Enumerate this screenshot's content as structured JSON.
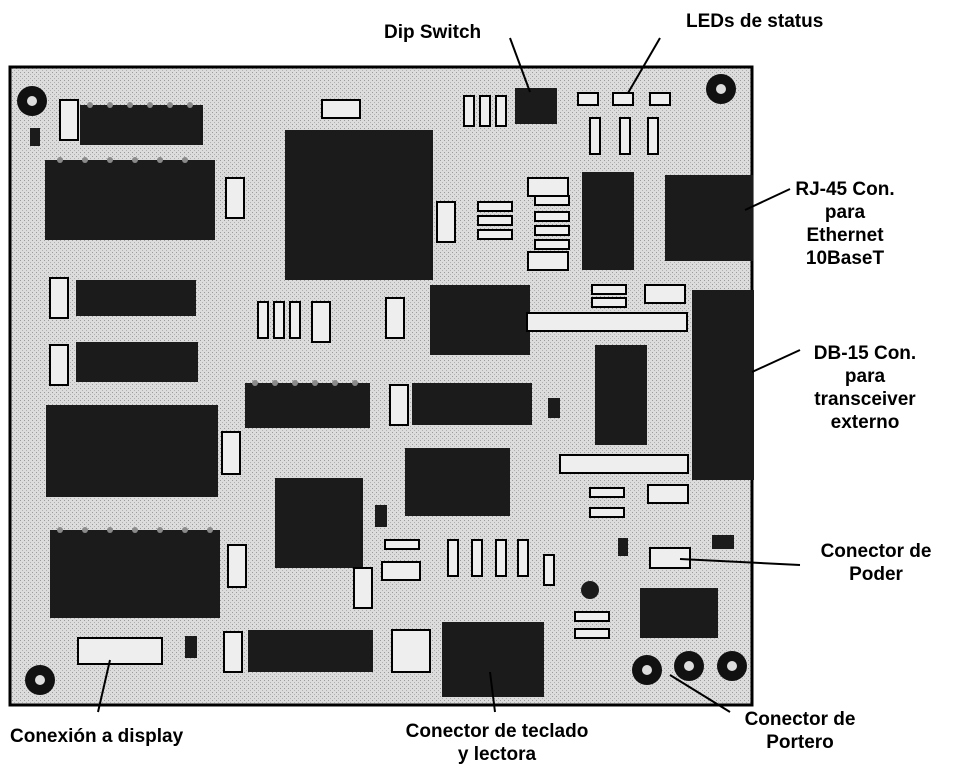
{
  "labels": {
    "dip_switch": "Dip Switch",
    "leds_status": "LEDs de status",
    "rj45": [
      "RJ-45 Con.",
      "para",
      "Ethernet",
      "10BaseT"
    ],
    "db15": [
      "DB-15 Con.",
      "para",
      "transceiver",
      "externo"
    ],
    "power": [
      "Conector de",
      "Poder"
    ],
    "doorman": [
      "Conector de",
      "Portero"
    ],
    "keyboard": [
      "Conector de teclado",
      "y lectora"
    ],
    "display": "Conexión a display"
  },
  "colors": {
    "board": "#d6d6d6",
    "chip": "#1b1b1b",
    "component_light": "#eeeeee",
    "ink": "#000000"
  }
}
